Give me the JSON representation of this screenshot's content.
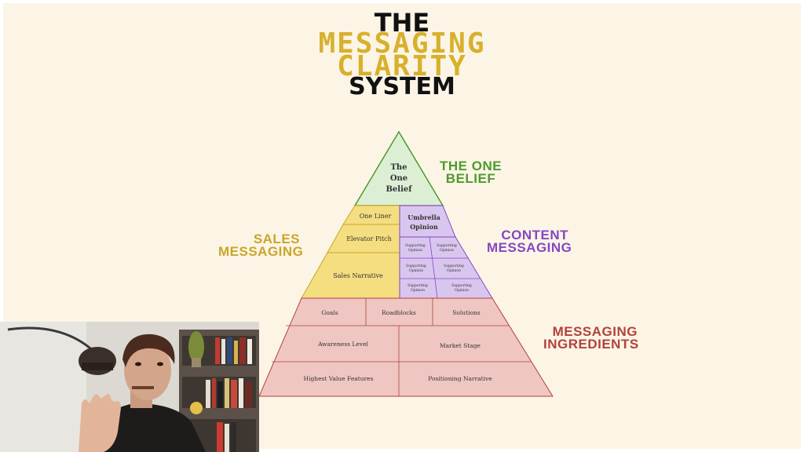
{
  "title": {
    "line1": "THE",
    "line2": "MESSAGING",
    "line3": "CLARITY",
    "line4": "SYSTEM"
  },
  "side_labels": {
    "one_belief": [
      "THE ONE",
      "BELIEF"
    ],
    "sales": [
      "SALES",
      "MESSAGING"
    ],
    "content": [
      "CONTENT",
      "MESSAGING"
    ],
    "ingredients": [
      "MESSAGING",
      "INGREDIENTS"
    ]
  },
  "pyramid": {
    "top": [
      "The",
      "One",
      "Belief"
    ],
    "sales_tiers": [
      "One Liner",
      "Elevator Pitch",
      "Sales Narrative"
    ],
    "content_header": [
      "Umbrella",
      "Opinion"
    ],
    "content_cells": [
      [
        "Supporting",
        "Opinion"
      ],
      [
        "Supporting",
        "Opinion"
      ],
      [
        "Supporting",
        "Opinion"
      ],
      [
        "Supporting",
        "Opinion"
      ],
      [
        "Supporting",
        "Opinion"
      ],
      [
        "Supporting",
        "Opinion"
      ]
    ],
    "ingredients_row1": [
      "Goals",
      "Roadblocks",
      "Solutions"
    ],
    "ingredients_row2": [
      "Awareness Level",
      "Market Stage"
    ],
    "ingredients_row3": [
      "Highest Value Features",
      "Positioning Narrative"
    ]
  },
  "colors": {
    "background": "#fcf5e6",
    "green": "#4f9a2d",
    "yellow": "#d8b02c",
    "purple": "#8447c4",
    "red": "#b2423b",
    "top_fill": "#dcefd5",
    "sales_fill": "#f4de80",
    "content_fill": "#d9c6ef",
    "ingredients_fill": "#efc6c2"
  }
}
